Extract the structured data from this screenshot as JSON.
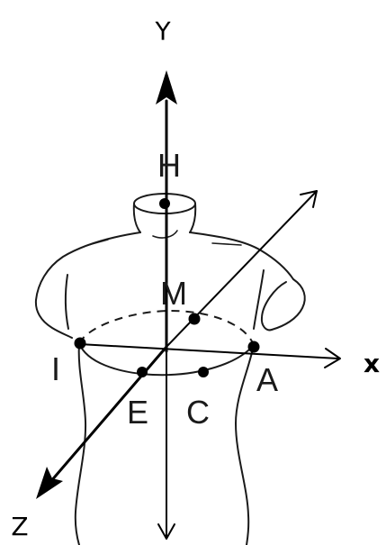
{
  "axes": {
    "y": "Y",
    "x": "x",
    "z": "Z"
  },
  "points": {
    "h": "H",
    "m": "M",
    "i": "I",
    "a": "A",
    "e": "E",
    "c": "C"
  }
}
